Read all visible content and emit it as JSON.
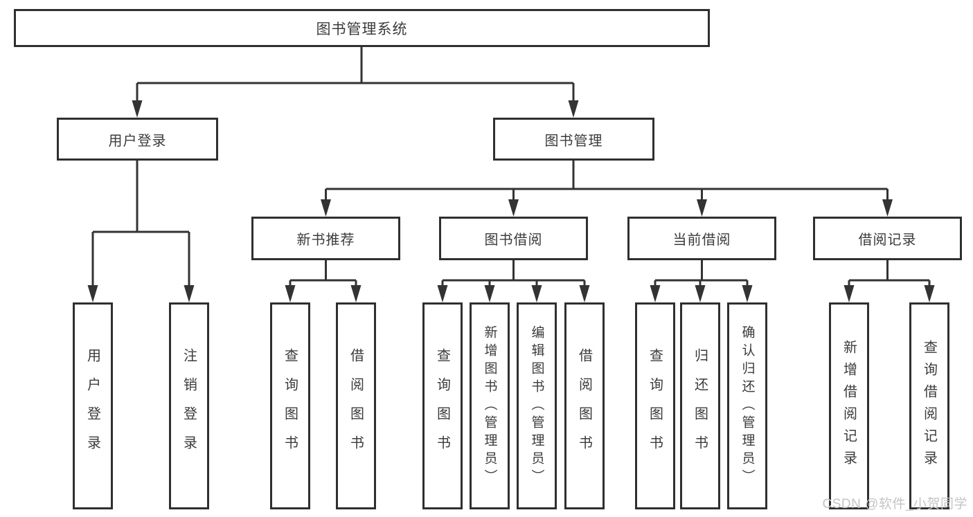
{
  "colors": {
    "line": "#333333",
    "border": "#2f2f2f",
    "text": "#3b3b3b",
    "box_bg": "#ffffff",
    "watermark": "#c4c4c4"
  },
  "watermark": "CSDN @软件_小贺同学",
  "tree": {
    "label": "图书管理系统",
    "children": [
      {
        "label": "用户登录",
        "children": [
          {
            "label": "用户登录"
          },
          {
            "label": "注销登录"
          }
        ]
      },
      {
        "label": "图书管理",
        "children": [
          {
            "label": "新书推荐",
            "children": [
              {
                "label": "查询图书"
              },
              {
                "label": "借阅图书"
              }
            ]
          },
          {
            "label": "图书借阅",
            "children": [
              {
                "label": "查询图书"
              },
              {
                "label": "新增图书（管理员）"
              },
              {
                "label": "编辑图书（管理员）"
              },
              {
                "label": "借阅图书"
              }
            ]
          },
          {
            "label": "当前借阅",
            "children": [
              {
                "label": "查询图书"
              },
              {
                "label": "归还图书"
              },
              {
                "label": "确认归还（管理员）"
              }
            ]
          },
          {
            "label": "借阅记录",
            "children": [
              {
                "label": "新增借阅记录"
              },
              {
                "label": "查询借阅记录"
              }
            ]
          }
        ]
      }
    ]
  }
}
